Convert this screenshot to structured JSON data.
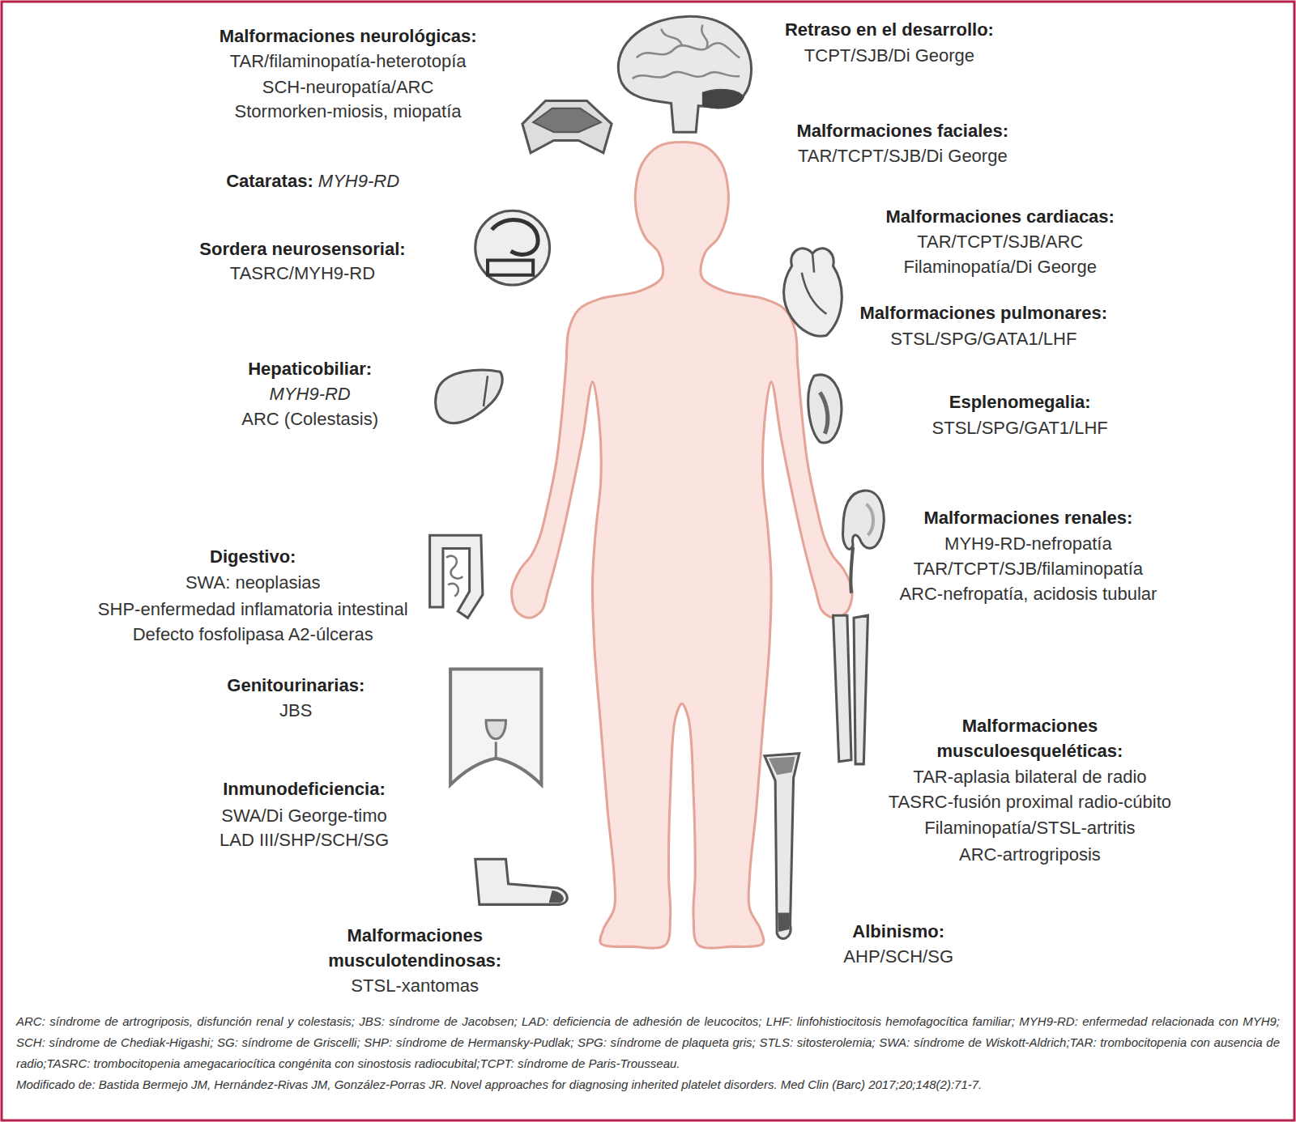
{
  "diagram": {
    "caption": "ARC: síndrome de artrogriposis, disfunción renal y colestasis; JBS: síndrome de Jacobsen; LAD: deficiencia de adhesión de leucocitos; LHF: linfohistiocitosis hemofagocítica familiar; MYH9-RD: enfermedad relacionada con MYH9; SCH: síndrome de Chediak-Higashi; SG: síndrome de Griscelli; SHP: síndrome de Hermansky-Pudlak; SPG: síndrome de plaqueta gris; STLS: sitosterolemia; SWA: síndrome de Wiskott-Aldrich;TAR: trombocitopenia con ausencia de radio;TASRC: trombocitopenia amegacariocítica congénita con sinostosis radiocubital;TCPT: síndrome de Paris-Trousseau.",
    "labels": [
      "Malformaciones neurológicas:",
      "TAR/filaminopatía-heterotopía",
      "SCH-neuropatía/ARC",
      "Stormorken-miosis, miopatía",
      "Cataratas:",
      "MYH9-RD",
      "Sordera neurosensorial:",
      "TASRC/MYH9-RD",
      "Hepaticobiliar:",
      "MYH9-RD",
      "ARC (Colestasis)",
      "Digestivo:",
      "SWA: neoplasias",
      "SHP-enfermedad inflamatoria intestinal",
      "Defecto fosfolipasa A2-úlceras",
      "Genitourinarias:",
      "JBS",
      "Inmunodeficiencia:",
      "SWA/Di George-timo",
      "LAD III/SHP/SCH/SG",
      "Malformaciones musculotendinosas:",
      "STSL-xantomas",
      "Retraso en el desarrollo:",
      "TCPT/SJB/Di George",
      "Malformaciones faciales:",
      "TAR/TCPT/SJB/Di George",
      "Malformaciones cardiacas:",
      "TAR/TCPT/SJB/ARC",
      "Filaminopatía/Di George",
      "Malformaciones pulmonares:",
      "STSL/SPG/GATA1/LHF",
      "Esplenomegalia:",
      "STSL/SPG/GAT1/LHF",
      "Malformaciones renales:",
      "MYH9-RD-nefropatía",
      "TAR/TCPT/SJB/filaminopatía",
      "ARC-nefropatía, acidosis tubular",
      "Malformaciones musculoesqueléticas:",
      "TAR-aplasia bilateral de radio",
      "TASRC-fusión proximal radio-cúbito",
      "Filaminopatía/STSL-artritis",
      "ARC-artrogriposis",
      "Albinismo:",
      "AHP/SCH/SG",
      "Modificado de: Bastida Bermejo JM, Hernández-Rivas JM, González-Porras JR. Novel approaches for diagnosing inherited platelet disorders. Med Clin (Barc) 2017;20;148(2):71-7."
    ]
  }
}
